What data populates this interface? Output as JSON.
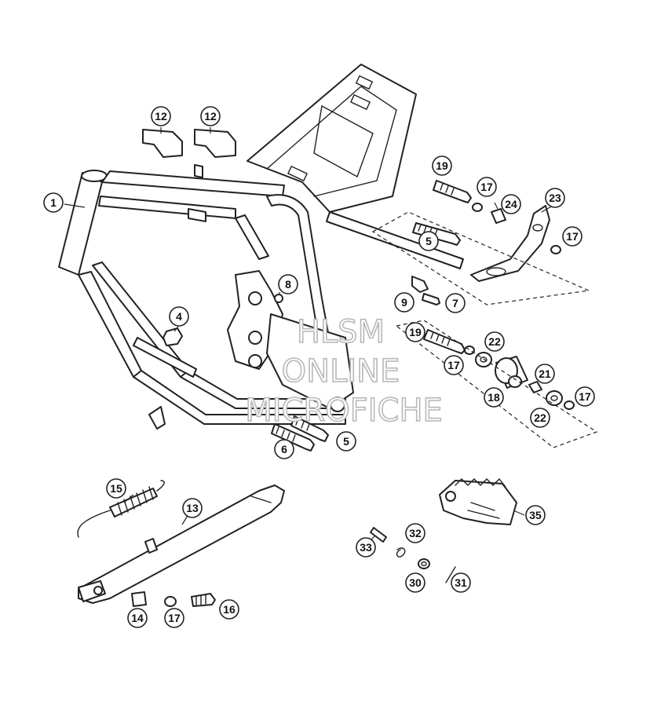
{
  "watermark": {
    "line1": "HLSM",
    "line2": "ONLINE",
    "line3": "MICROFICHE"
  },
  "callouts": [
    {
      "id": "c-1",
      "label": "1"
    },
    {
      "id": "c-12a",
      "label": "12"
    },
    {
      "id": "c-12b",
      "label": "12"
    },
    {
      "id": "c-4",
      "label": "4"
    },
    {
      "id": "c-8",
      "label": "8"
    },
    {
      "id": "c-6",
      "label": "6"
    },
    {
      "id": "c-5a",
      "label": "5"
    },
    {
      "id": "c-19a",
      "label": "19"
    },
    {
      "id": "c-17a",
      "label": "17"
    },
    {
      "id": "c-24",
      "label": "24"
    },
    {
      "id": "c-23",
      "label": "23"
    },
    {
      "id": "c-5b",
      "label": "5"
    },
    {
      "id": "c-17b",
      "label": "17"
    },
    {
      "id": "c-9",
      "label": "9"
    },
    {
      "id": "c-7",
      "label": "7"
    },
    {
      "id": "c-19b",
      "label": "19"
    },
    {
      "id": "c-22a",
      "label": "22"
    },
    {
      "id": "c-17c",
      "label": "17"
    },
    {
      "id": "c-21",
      "label": "21"
    },
    {
      "id": "c-18",
      "label": "18"
    },
    {
      "id": "c-22b",
      "label": "22"
    },
    {
      "id": "c-17d",
      "label": "17"
    },
    {
      "id": "c-15",
      "label": "15"
    },
    {
      "id": "c-13",
      "label": "13"
    },
    {
      "id": "c-14",
      "label": "14"
    },
    {
      "id": "c-17e",
      "label": "17"
    },
    {
      "id": "c-16",
      "label": "16"
    },
    {
      "id": "c-35",
      "label": "35"
    },
    {
      "id": "c-32",
      "label": "32"
    },
    {
      "id": "c-33",
      "label": "33"
    },
    {
      "id": "c-30",
      "label": "30"
    },
    {
      "id": "c-31",
      "label": "31"
    }
  ]
}
